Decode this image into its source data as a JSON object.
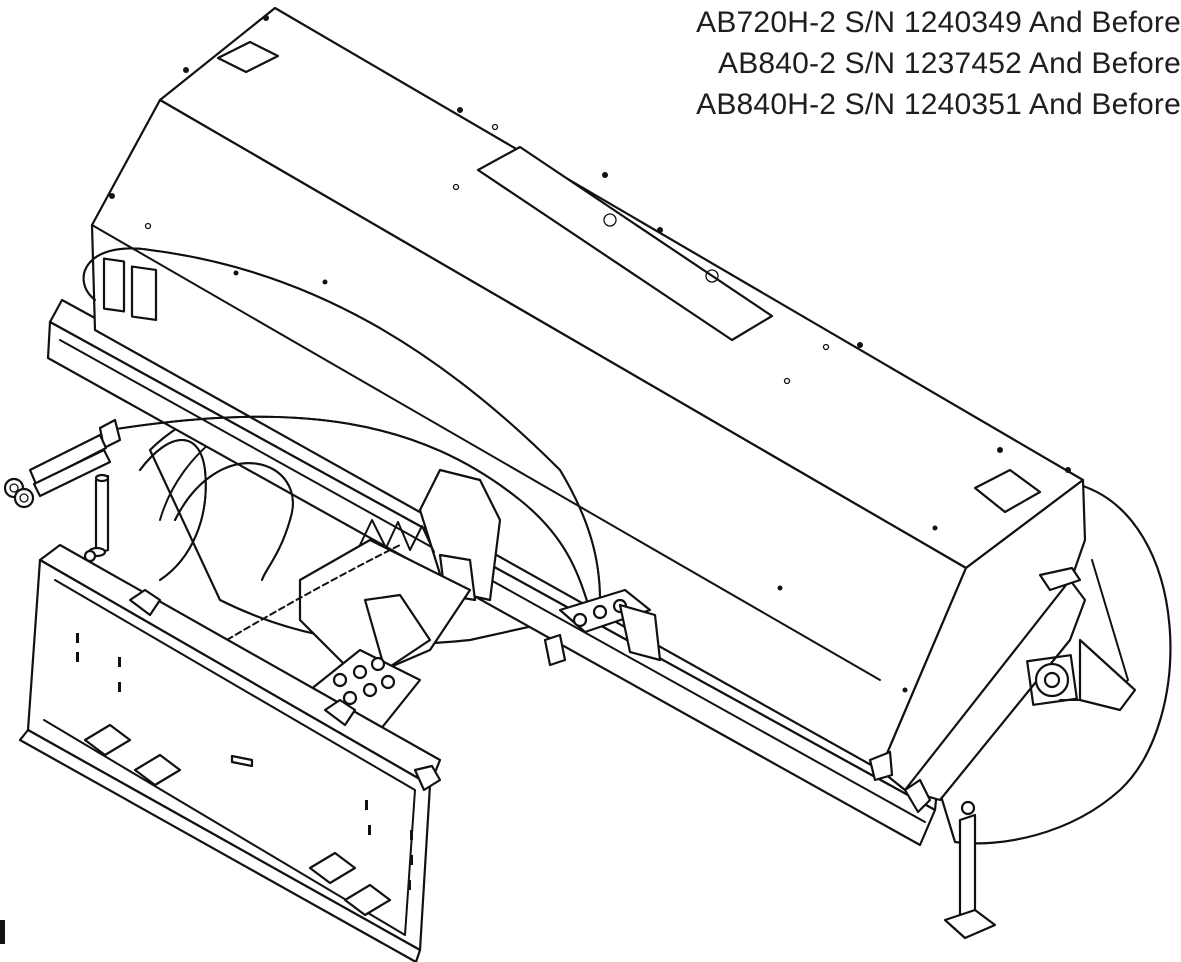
{
  "serial_notes": [
    "AB720H-2 S/N 1240349 And Before",
    "AB840-2 S/N 1237452 And Before",
    "AB840H-2 S/N 1240351 And Before"
  ],
  "colors": {
    "ink": "#111111",
    "paper": "#ffffff"
  }
}
